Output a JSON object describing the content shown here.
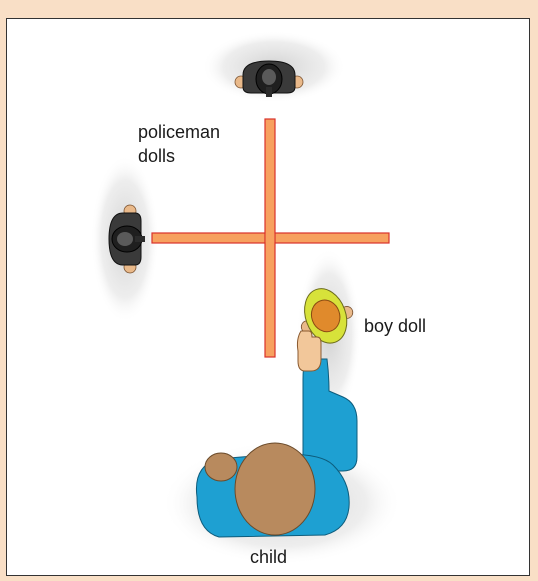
{
  "labels": {
    "policeman_line1": "policeman",
    "policeman_line2": "dolls",
    "boy_doll": "boy doll",
    "child": "child"
  },
  "colors": {
    "page_background": "#f9dfc6",
    "cross_fill": "#f7a15f",
    "cross_outline": "#d9322b",
    "police_uniform": "#3a3a3a",
    "hand_skin": "#e9b98a",
    "boy_shirt": "#d7e23a",
    "boy_hair": "#e08a2c",
    "child_shirt": "#1ea0d2",
    "child_hair": "#b88a5e",
    "shadow": "#d9d9d9"
  },
  "icons": {
    "policeman_top": "policeman-doll-icon",
    "policeman_left": "policeman-doll-icon",
    "boy_doll": "boy-doll-icon",
    "child": "child-figure-icon",
    "cross": "cross-wall-icon"
  }
}
